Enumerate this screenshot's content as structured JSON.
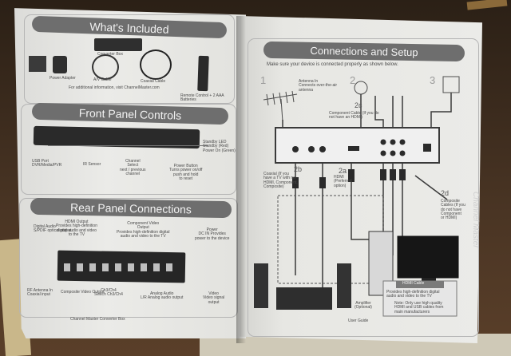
{
  "left_page": {
    "whats_included": {
      "title": "What's Included",
      "items": [
        "Converter Box",
        "Power Adapter",
        "A/V Cable",
        "Coaxial Cable",
        "Remote Control + 2 AAA Batteries"
      ],
      "footnote": "For additional information, visit ChannelMaster.com"
    },
    "front_panel": {
      "title": "Front Panel Controls",
      "labels": [
        "Standby LED\nStandby (Red)\nPower On (Green)",
        "USB Port\nDVR/Media/PVR",
        "IR Sensor",
        "Channel\nSelect\nnext / previous\nchannel",
        "Power Button\nTurns power on/off\npush and hold\nto reset"
      ]
    },
    "rear_panel": {
      "title": "Rear Panel Connections",
      "labels": [
        "HDMI Output\nProvides high-definition\ndigital audio and video\nto the TV",
        "Component Video\nOutput\nProvides high-definition digital\naudio and video to the TV",
        "Power\nDC IN Provides\npower to the device",
        "Digital Audio\nS/PDIF optical output",
        "RF Antenna In\nCoaxial input",
        "Composite Video Output",
        "Ch3/Ch4\nSwitch Ch3/Ch4",
        "Analog Audio\nL/R Analog audio output",
        "Video\nVideo signal\noutput"
      ],
      "footer": "Channel Master Converter Box"
    }
  },
  "right_page": {
    "title": "Connections and Setup",
    "subtitle": "Make sure your device is connected properly as shown below.",
    "step_numbers": [
      "1",
      "2",
      "3"
    ],
    "antenna_label": "Antenna In\nConnects over-the-air\nantenna",
    "step_2c": {
      "num": "2c",
      "text": "Component Cable (If you do\nnot have an HDMI)"
    },
    "step_2b_coax": {
      "num": "2b",
      "text": "Coaxial (If you\nhave a TV with no\nHDMI, Component,\nComposite)"
    },
    "step_2a_hdmi": {
      "num": "2a",
      "text": "HDMI\n(Preferred\noption)"
    },
    "step_2d": {
      "num": "2d",
      "text": "Composite\nCables (If you\ndo not have\nComponent\nor HDMI)"
    },
    "hdmi_cable_box": {
      "title": "HDMI Cable",
      "text": "Provides high-definition digital\naudio and video to the TV",
      "note": "Note: Only use high quality\nHDMI and USB cables from\nmain manufacturers"
    },
    "amplifier_label": "Amplifier\n(Optional)",
    "footer": "User Guide",
    "spine_text": "Channel Master"
  },
  "colors": {
    "background": "#3a2a1c",
    "page": "#e7e7e4",
    "header_bar": "#6e6e6e",
    "line_art": "#4d4d4d"
  }
}
